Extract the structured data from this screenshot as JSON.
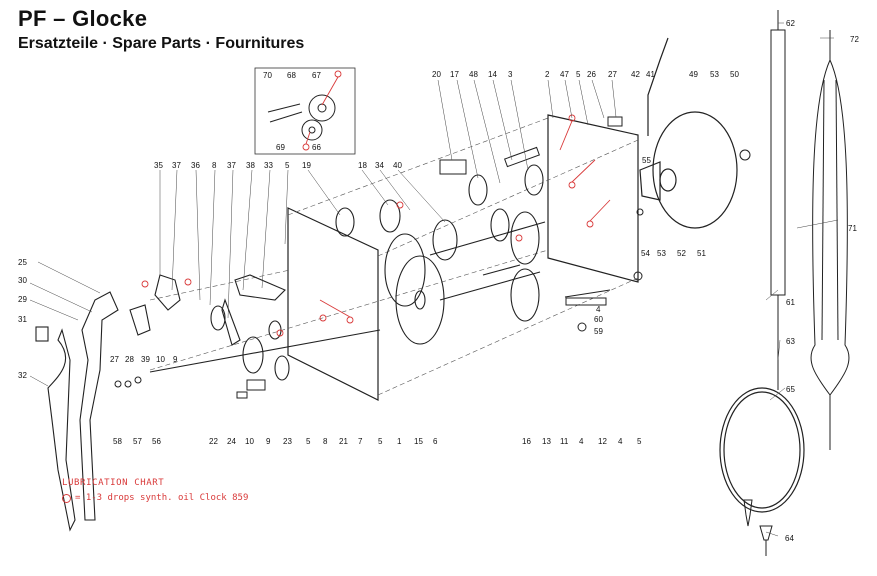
{
  "header": {
    "title": "PF – Glocke",
    "subtitle": "Ersatzteile · Spare Parts · Fournitures"
  },
  "lubrication": {
    "title": "LUBRICATION CHART",
    "legend_text": "= 1-3 drops synth. oil Clock 859",
    "color": "#d93a3a"
  },
  "callouts": [
    {
      "id": "c70",
      "text": "70"
    },
    {
      "id": "c68",
      "text": "68"
    },
    {
      "id": "c67",
      "text": "67"
    },
    {
      "id": "c69",
      "text": "69"
    },
    {
      "id": "c66",
      "text": "66"
    },
    {
      "id": "c20",
      "text": "20"
    },
    {
      "id": "c17",
      "text": "17"
    },
    {
      "id": "c48",
      "text": "48"
    },
    {
      "id": "c14",
      "text": "14"
    },
    {
      "id": "c3",
      "text": "3"
    },
    {
      "id": "c2",
      "text": "2"
    },
    {
      "id": "c47",
      "text": "47"
    },
    {
      "id": "c5a",
      "text": "5"
    },
    {
      "id": "c26",
      "text": "26"
    },
    {
      "id": "c27",
      "text": "27"
    },
    {
      "id": "c42",
      "text": "42"
    },
    {
      "id": "c41",
      "text": "41"
    },
    {
      "id": "c49",
      "text": "49"
    },
    {
      "id": "c53a",
      "text": "53"
    },
    {
      "id": "c50",
      "text": "50"
    },
    {
      "id": "c62",
      "text": "62"
    },
    {
      "id": "c72",
      "text": "72"
    },
    {
      "id": "c35",
      "text": "35"
    },
    {
      "id": "c37a",
      "text": "37"
    },
    {
      "id": "c36",
      "text": "36"
    },
    {
      "id": "c8a",
      "text": "8"
    },
    {
      "id": "c37b",
      "text": "37"
    },
    {
      "id": "c38",
      "text": "38"
    },
    {
      "id": "c33",
      "text": "33"
    },
    {
      "id": "c5b",
      "text": "5"
    },
    {
      "id": "c19",
      "text": "19"
    },
    {
      "id": "c18",
      "text": "18"
    },
    {
      "id": "c34",
      "text": "34"
    },
    {
      "id": "c40",
      "text": "40"
    },
    {
      "id": "c55",
      "text": "55"
    },
    {
      "id": "c54",
      "text": "54"
    },
    {
      "id": "c53b",
      "text": "53"
    },
    {
      "id": "c52",
      "text": "52"
    },
    {
      "id": "c51",
      "text": "51"
    },
    {
      "id": "c71",
      "text": "71"
    },
    {
      "id": "c25",
      "text": "25"
    },
    {
      "id": "c30",
      "text": "30"
    },
    {
      "id": "c29",
      "text": "29"
    },
    {
      "id": "c31",
      "text": "31"
    },
    {
      "id": "c27b",
      "text": "27"
    },
    {
      "id": "c28",
      "text": "28"
    },
    {
      "id": "c39",
      "text": "39"
    },
    {
      "id": "c10a",
      "text": "10"
    },
    {
      "id": "c9a",
      "text": "9"
    },
    {
      "id": "c32",
      "text": "32"
    },
    {
      "id": "c4a",
      "text": "4"
    },
    {
      "id": "c60",
      "text": "60"
    },
    {
      "id": "c59",
      "text": "59"
    },
    {
      "id": "c61",
      "text": "61"
    },
    {
      "id": "c63",
      "text": "63"
    },
    {
      "id": "c65",
      "text": "65"
    },
    {
      "id": "c64",
      "text": "64"
    },
    {
      "id": "c58",
      "text": "58"
    },
    {
      "id": "c57",
      "text": "57"
    },
    {
      "id": "c56",
      "text": "56"
    },
    {
      "id": "c22",
      "text": "22"
    },
    {
      "id": "c24",
      "text": "24"
    },
    {
      "id": "c10b",
      "text": "10"
    },
    {
      "id": "c9b",
      "text": "9"
    },
    {
      "id": "c23",
      "text": "23"
    },
    {
      "id": "c5c",
      "text": "5"
    },
    {
      "id": "c8b",
      "text": "8"
    },
    {
      "id": "c21",
      "text": "21"
    },
    {
      "id": "c7",
      "text": "7"
    },
    {
      "id": "c5d",
      "text": "5"
    },
    {
      "id": "c1",
      "text": "1"
    },
    {
      "id": "c15",
      "text": "15"
    },
    {
      "id": "c6",
      "text": "6"
    },
    {
      "id": "c16",
      "text": "16"
    },
    {
      "id": "c13",
      "text": "13"
    },
    {
      "id": "c11",
      "text": "11"
    },
    {
      "id": "c4b",
      "text": "4"
    },
    {
      "id": "c12",
      "text": "12"
    },
    {
      "id": "c4c",
      "text": "4"
    },
    {
      "id": "c5e",
      "text": "5"
    }
  ]
}
